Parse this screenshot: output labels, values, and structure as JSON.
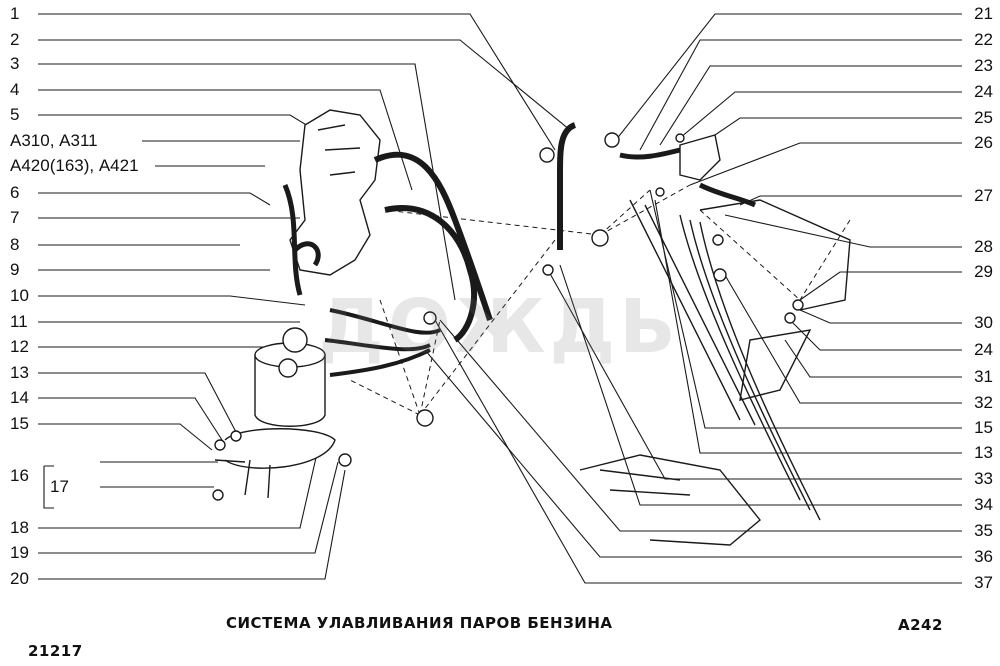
{
  "diagram": {
    "title": "СИСТЕМА УЛАВЛИВАНИЯ ПАРОВ БЕНЗИНА",
    "code": "А242",
    "model": "21217",
    "watermark": "ДОЖДЬ"
  },
  "left_labels": [
    "1",
    "2",
    "3",
    "4",
    "5",
    "А310,  А311",
    "А420(163),  А421",
    "6",
    "7",
    "8",
    "9",
    "10",
    "11",
    "12",
    "13",
    "14",
    "15",
    "16",
    "17",
    "18",
    "19",
    "20"
  ],
  "right_labels": [
    "21",
    "22",
    "23",
    "24",
    "25",
    "26",
    "27",
    "28",
    "29",
    "30",
    "24",
    "31",
    "32",
    "15",
    "13",
    "33",
    "34",
    "35",
    "36",
    "37"
  ]
}
